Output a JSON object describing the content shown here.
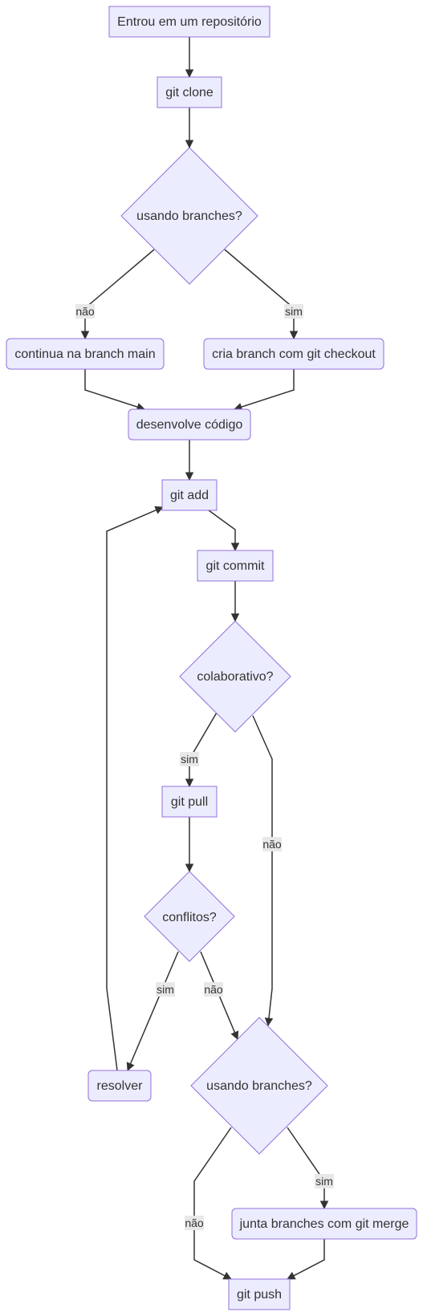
{
  "colors": {
    "node_fill": "#ECECFF",
    "node_stroke": "#9370DB",
    "edge": "#333333",
    "text": "#333333",
    "label_bg": "#E8E8E8"
  },
  "nodes": {
    "entrou": "Entrou em um repositório",
    "clone": "git clone",
    "usando1": "usando branches?",
    "continua": "continua na branch main",
    "cria": "cria branch com git checkout",
    "desenvolve": "desenvolve código",
    "add": "git add",
    "commit": "git commit",
    "colaborativo": "colaborativo?",
    "pull": "git pull",
    "conflitos": "conflitos?",
    "resolver": "resolver",
    "usando2": "usando branches?",
    "merge": "junta branches com git merge",
    "push": "git push"
  },
  "edge_labels": {
    "nao1": "não",
    "sim1": "sim",
    "sim2": "sim",
    "nao2": "não",
    "sim3": "sim",
    "nao3": "não",
    "sim4": "sim",
    "nao4": "não"
  }
}
